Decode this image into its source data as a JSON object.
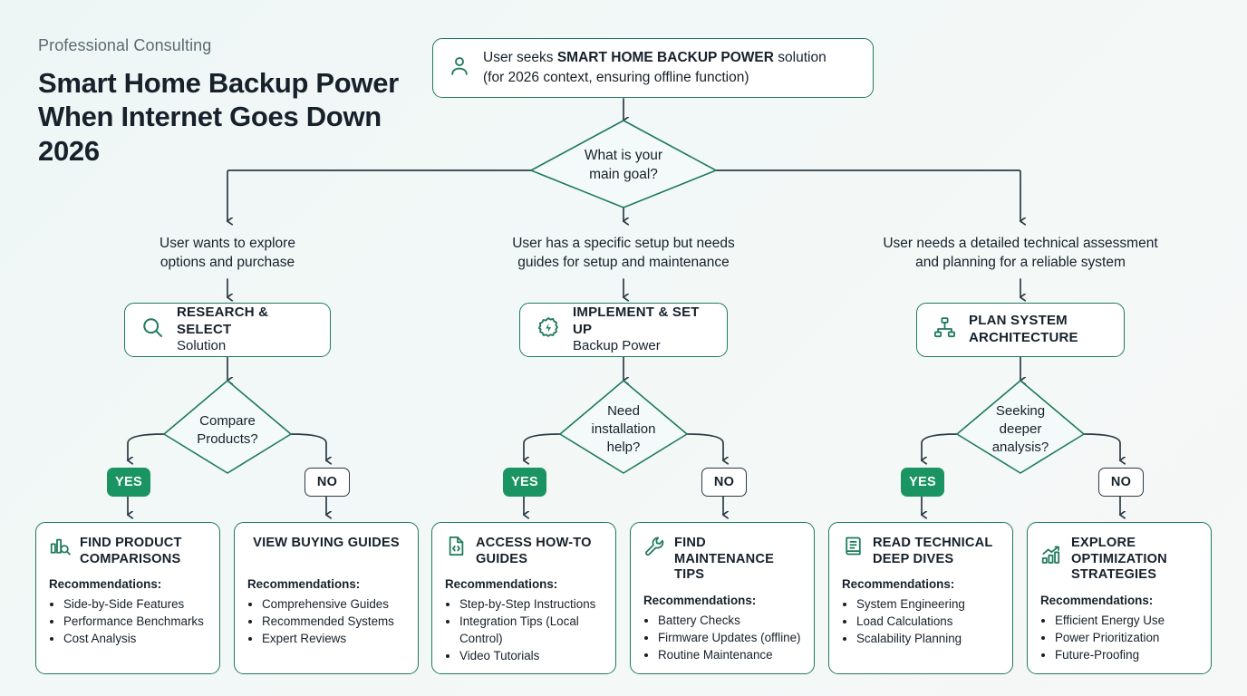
{
  "header": {
    "eyebrow": "Professional Consulting",
    "title": "Smart Home Backup Power When Internet Goes Down 2026"
  },
  "entry": {
    "icon": "user-icon",
    "line1_pre": "User seeks ",
    "line1_strong": "SMART HOME BACKUP POWER",
    "line1_post": " solution",
    "line2": "(for 2026 context, ensuring offline function)"
  },
  "root_decision": {
    "label": "What is your\nmain goal?"
  },
  "branches": [
    {
      "description": "User wants to explore\noptions and purchase",
      "action": {
        "icon": "magnifier-icon",
        "title": "RESEARCH & SELECT",
        "subtitle": "Solution"
      },
      "decision": "Compare\nProducts?",
      "yes_label": "YES",
      "no_label": "NO",
      "yes_card": {
        "icon": "bar-chart-search-icon",
        "title": "FIND PRODUCT COMPARISONS",
        "rec_label": "Recommendations:",
        "items": [
          "Side-by-Side Features",
          "Performance Benchmarks",
          "Cost Analysis"
        ]
      },
      "no_card": {
        "icon": "",
        "title": "VIEW BUYING GUIDES",
        "rec_label": "Recommendations:",
        "items": [
          "Comprehensive Guides",
          "Recommended Systems",
          "Expert Reviews"
        ]
      }
    },
    {
      "description": "User has a specific setup but needs\nguides for setup and maintenance",
      "action": {
        "icon": "gear-bolt-icon",
        "title": "IMPLEMENT & SET UP",
        "subtitle": "Backup Power"
      },
      "decision": "Need\ninstallation\nhelp?",
      "yes_label": "YES",
      "no_label": "NO",
      "yes_card": {
        "icon": "file-code-icon",
        "title": "ACCESS HOW-TO GUIDES",
        "rec_label": "Recommendations:",
        "items": [
          "Step-by-Step Instructions",
          "Integration Tips (Local Control)",
          "Video Tutorials"
        ]
      },
      "no_card": {
        "icon": "wrench-icon",
        "title": "FIND MAINTENANCE TIPS",
        "rec_label": "Recommendations:",
        "items": [
          "Battery Checks",
          "Firmware Updates (offline)",
          "Routine Maintenance"
        ]
      }
    },
    {
      "description": "User needs a detailed technical assessment\nand planning for a reliable system",
      "action": {
        "icon": "hierarchy-icon",
        "title": "PLAN SYSTEM ARCHITECTURE",
        "subtitle": ""
      },
      "decision": "Seeking\ndeeper\nanalysis?",
      "yes_label": "YES",
      "no_label": "NO",
      "yes_card": {
        "icon": "book-icon",
        "title": "READ TECHNICAL DEEP DIVES",
        "rec_label": "Recommendations:",
        "items": [
          "System Engineering",
          "Load Calculations",
          "Scalability Planning"
        ]
      },
      "no_card": {
        "icon": "growth-chart-icon",
        "title": "EXPLORE OPTIMIZATION STRATEGIES",
        "rec_label": "Recommendations:",
        "items": [
          "Efficient Energy Use",
          "Power Prioritization",
          "Future-Proofing"
        ]
      }
    }
  ],
  "colors": {
    "accent_green": "#1f7a5c",
    "yes_green": "#1a9462",
    "connector": "#2c3b45",
    "text": "#16212b",
    "muted": "#5b6b72",
    "background": "#eff7f6"
  }
}
